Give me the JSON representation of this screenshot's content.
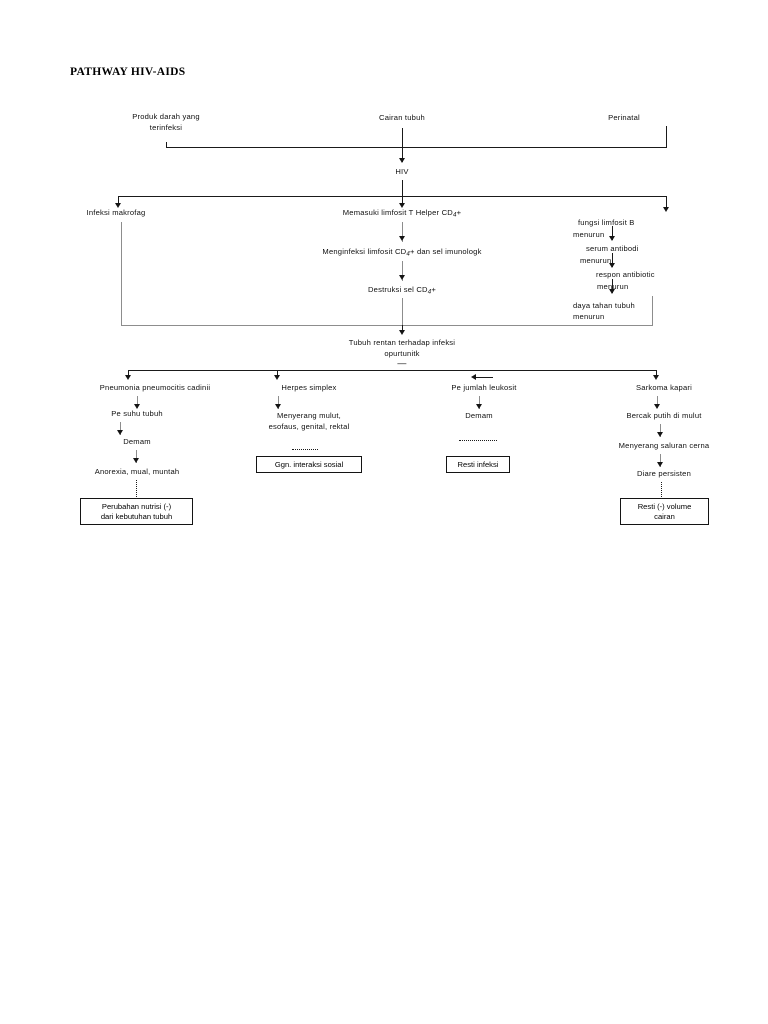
{
  "document": {
    "title": "PATHWAY HIV-AIDS"
  },
  "chart_data": {
    "type": "diagram",
    "title": "PATHWAY HIV-AIDS",
    "orientation": "top-down flowchart"
  },
  "sources": {
    "blood_products": "Produk darah yang\nterinfeksi",
    "blood_products_l1": "Produk darah yang",
    "blood_products_l2": "terinfeksi",
    "body_fluid": "Cairan  tubuh",
    "perinatal": "Perinatal"
  },
  "hiv_node": "HIV",
  "branches": {
    "macrophage": "Infeksi makrofag",
    "center": {
      "step1_pre": "Memasuki limfosit T Helper CD",
      "step1_sub": "4",
      "step1_post": "+",
      "step2_pre": "Menginfeksi limfosit CD",
      "step2_sub": "4",
      "step2_post": "+ dan sel imunologk",
      "step3_pre": "Destruksi sel CD",
      "step3_sub": "4",
      "step3_post": "+"
    },
    "lymph_b": [
      "fungsi limfosit B",
      "menurun",
      "serum antibodi",
      "menurun",
      "respon antibiotic",
      "menurun",
      "daya tahan tubuh",
      "menurun"
    ]
  },
  "convergence": {
    "line1": "Tubuh rentan terhadap infeksi",
    "line2": "opurtunitk",
    "dash_mark": "—"
  },
  "columns": [
    {
      "head": "Pneumonia pneumocitis cadinii",
      "steps": [
        "Pe  suhu tubuh",
        "Demam",
        "Anorexia, mual, muntah"
      ],
      "outcome_l1": "Perubahan nutrisi (-)",
      "outcome_l2": "dari kebutuhan tubuh"
    },
    {
      "head": "Herpes simplex",
      "steps_l1": "Menyerang mulut,",
      "steps_l2": "esofaus, genital, rektal",
      "outcome_l1": "Ggn. interaksi sosial",
      "outcome_l2": ""
    },
    {
      "head": "Pe    jumlah leukosit",
      "steps": [
        "Demam"
      ],
      "outcome_l1": "Resti infeksi",
      "outcome_l2": ""
    },
    {
      "head": "Sarkoma kapari",
      "steps": [
        "Bercak putih di mulut",
        "Menyerang saluran cerna",
        "Diare persisten"
      ],
      "outcome_l1": "Resti (-) volume",
      "outcome_l2": "cairan"
    }
  ]
}
